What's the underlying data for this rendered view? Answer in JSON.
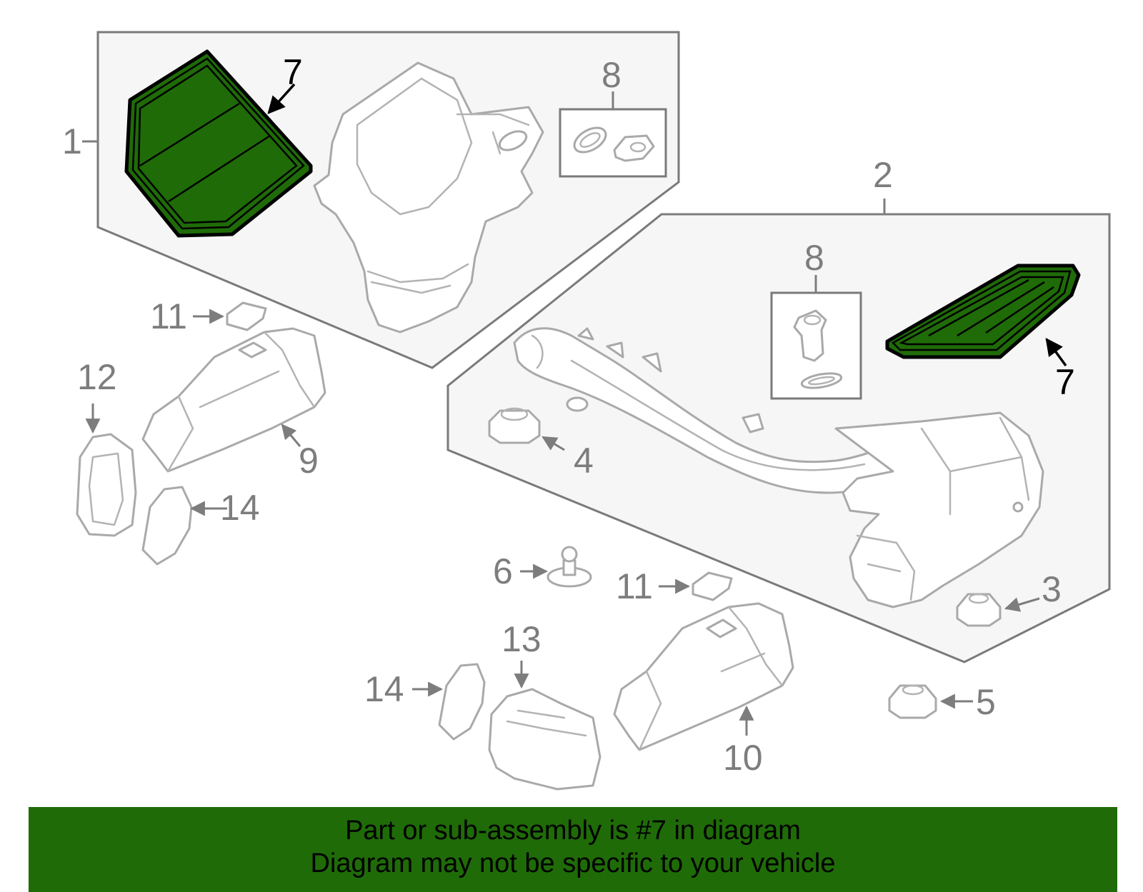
{
  "callouts": {
    "c1": "1",
    "c2": "2",
    "c3": "3",
    "c4": "4",
    "c5": "5",
    "c6": "6",
    "c7a": "7",
    "c7b": "7",
    "c8a": "8",
    "c8b": "8",
    "c9": "9",
    "c10": "10",
    "c11a": "11",
    "c11b": "11",
    "c12": "12",
    "c13": "13",
    "c14a": "14",
    "c14b": "14"
  },
  "highlighted_part": "7",
  "colors": {
    "highlight": "#1f6b08",
    "outline": "#a9a9a9",
    "panel": "#f6f6f6"
  },
  "banner": {
    "line1": "Part or sub-assembly is #7 in diagram",
    "line2": "Diagram may not be specific to your vehicle"
  }
}
